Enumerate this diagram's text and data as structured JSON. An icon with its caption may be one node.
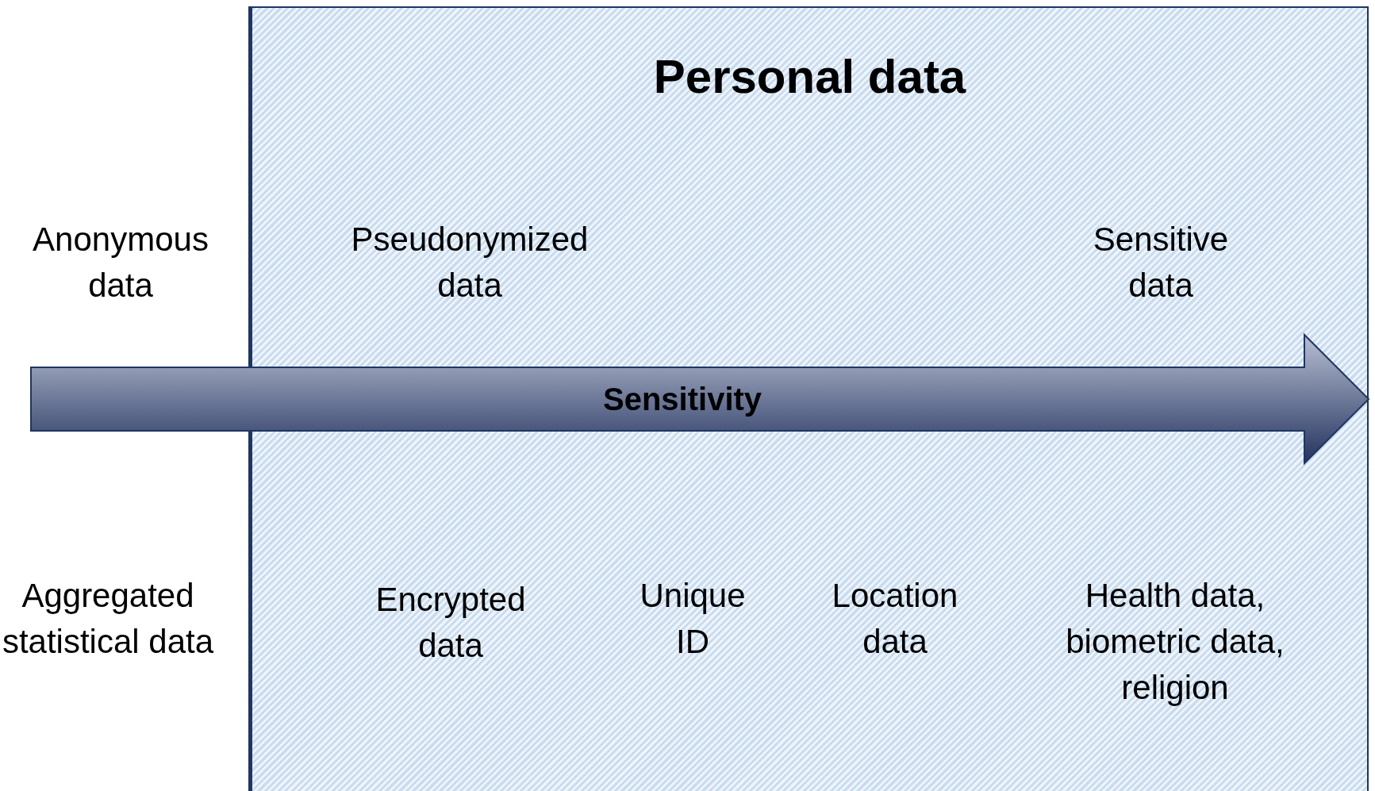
{
  "diagram": {
    "nodes": [
      {
        "text": [
          "Personal data"
        ]
      },
      {
        "text": [
          "Sensitivity"
        ]
      }
    ],
    "labels": [
      "Anonymous data",
      "Pseudonymized data",
      "Sensitive data",
      "Aggregated statistical data",
      "Encrypted data",
      "Unique ID",
      "Location data",
      "Health data, biometric data, religion"
    ]
  }
}
